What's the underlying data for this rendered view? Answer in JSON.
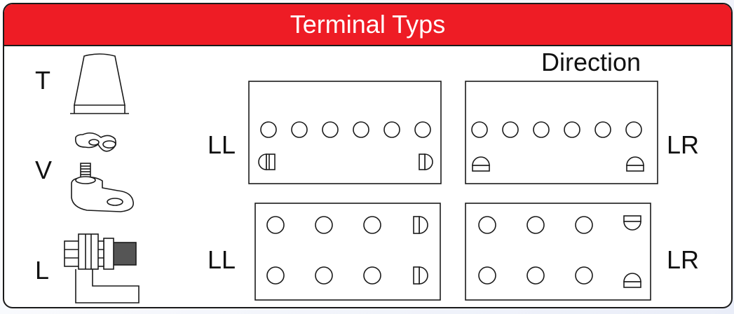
{
  "header": {
    "title": "Terminal Typs"
  },
  "direction_label": "Direction",
  "terminal_types": [
    {
      "code": "T",
      "icon": "taper-post-terminal"
    },
    {
      "code": "V",
      "icon": "wing-nut-stud-terminal"
    },
    {
      "code": "L",
      "icon": "l-bolt-terminal"
    }
  ],
  "layouts": [
    {
      "label_left": "LL",
      "label_right": "LR"
    },
    {
      "label_left": "LL",
      "label_right": "LR"
    }
  ],
  "colors": {
    "header_bg": "#ee1c25",
    "header_text": "#ffffff",
    "stroke": "#1a1a1a"
  }
}
